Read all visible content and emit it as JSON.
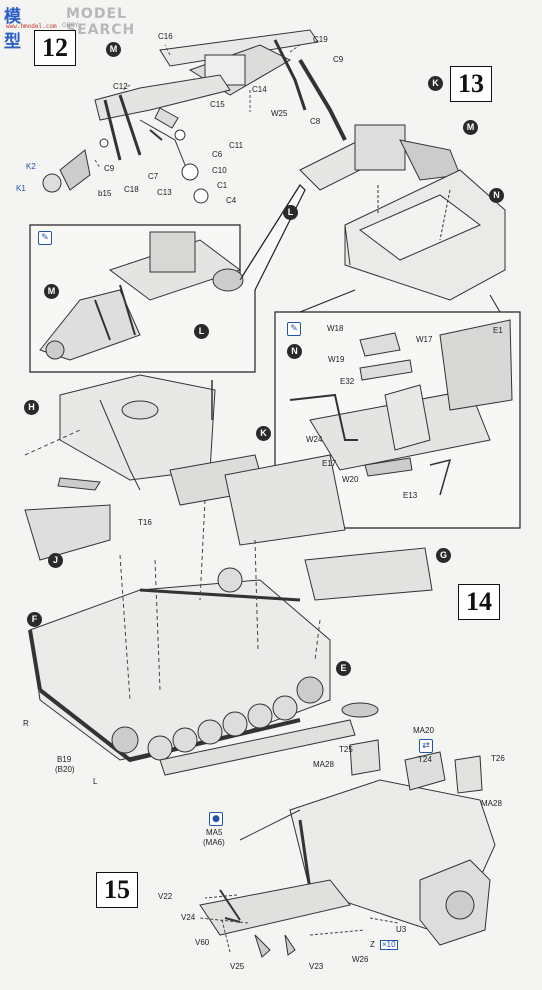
{
  "watermark": {
    "brand_cn": "模型",
    "brand_en": "MODEL SEARCH",
    "brand_sub": "www.hmodel.com",
    "brand_mark": "OBBY"
  },
  "steps": {
    "s12": "12",
    "s13": "13",
    "s14": "14",
    "s15": "15"
  },
  "circles": {
    "m1": "M",
    "k13": "K",
    "m13": "M",
    "n13": "N",
    "l13": "L",
    "m_inset": "M",
    "l_inset": "L",
    "n_inset": "N",
    "h14": "H",
    "k14": "K",
    "g14": "G",
    "j14": "J",
    "f14": "F",
    "e14": "E"
  },
  "part_labels": {
    "c16": "C16",
    "c19": "C19",
    "c9a": "C9",
    "c12": "C12",
    "c15": "C15",
    "c14": "C14",
    "w25": "W25",
    "c8": "C8",
    "c11": "C11",
    "c6": "C6",
    "c10": "C10",
    "c1": "C1",
    "c4": "C4",
    "c9b": "C9",
    "c18": "C18",
    "c7": "C7",
    "c13": "C13",
    "k2": "K2",
    "k1": "K1",
    "b15": "b15",
    "w18": "W18",
    "w19": "W19",
    "w17": "W17",
    "e1": "E1",
    "e32": "E32",
    "w24": "W24",
    "e17": "E17",
    "w20": "W20",
    "e13": "E13",
    "t16": "T16",
    "r": "R",
    "l": "L",
    "b19": "B19",
    "b20": "(B20)",
    "ma20": "MA20",
    "t25": "T25",
    "t24": "T24",
    "ma28a": "MA28",
    "t26": "T26",
    "ma28b": "MA28",
    "ma5": "MA5",
    "ma6": "(MA6)",
    "v22": "V22",
    "v24": "V24",
    "v60": "V60",
    "v25": "V25",
    "v23": "V23",
    "w26": "W26",
    "z": "Z",
    "x10": "×10",
    "u3": "U3"
  }
}
